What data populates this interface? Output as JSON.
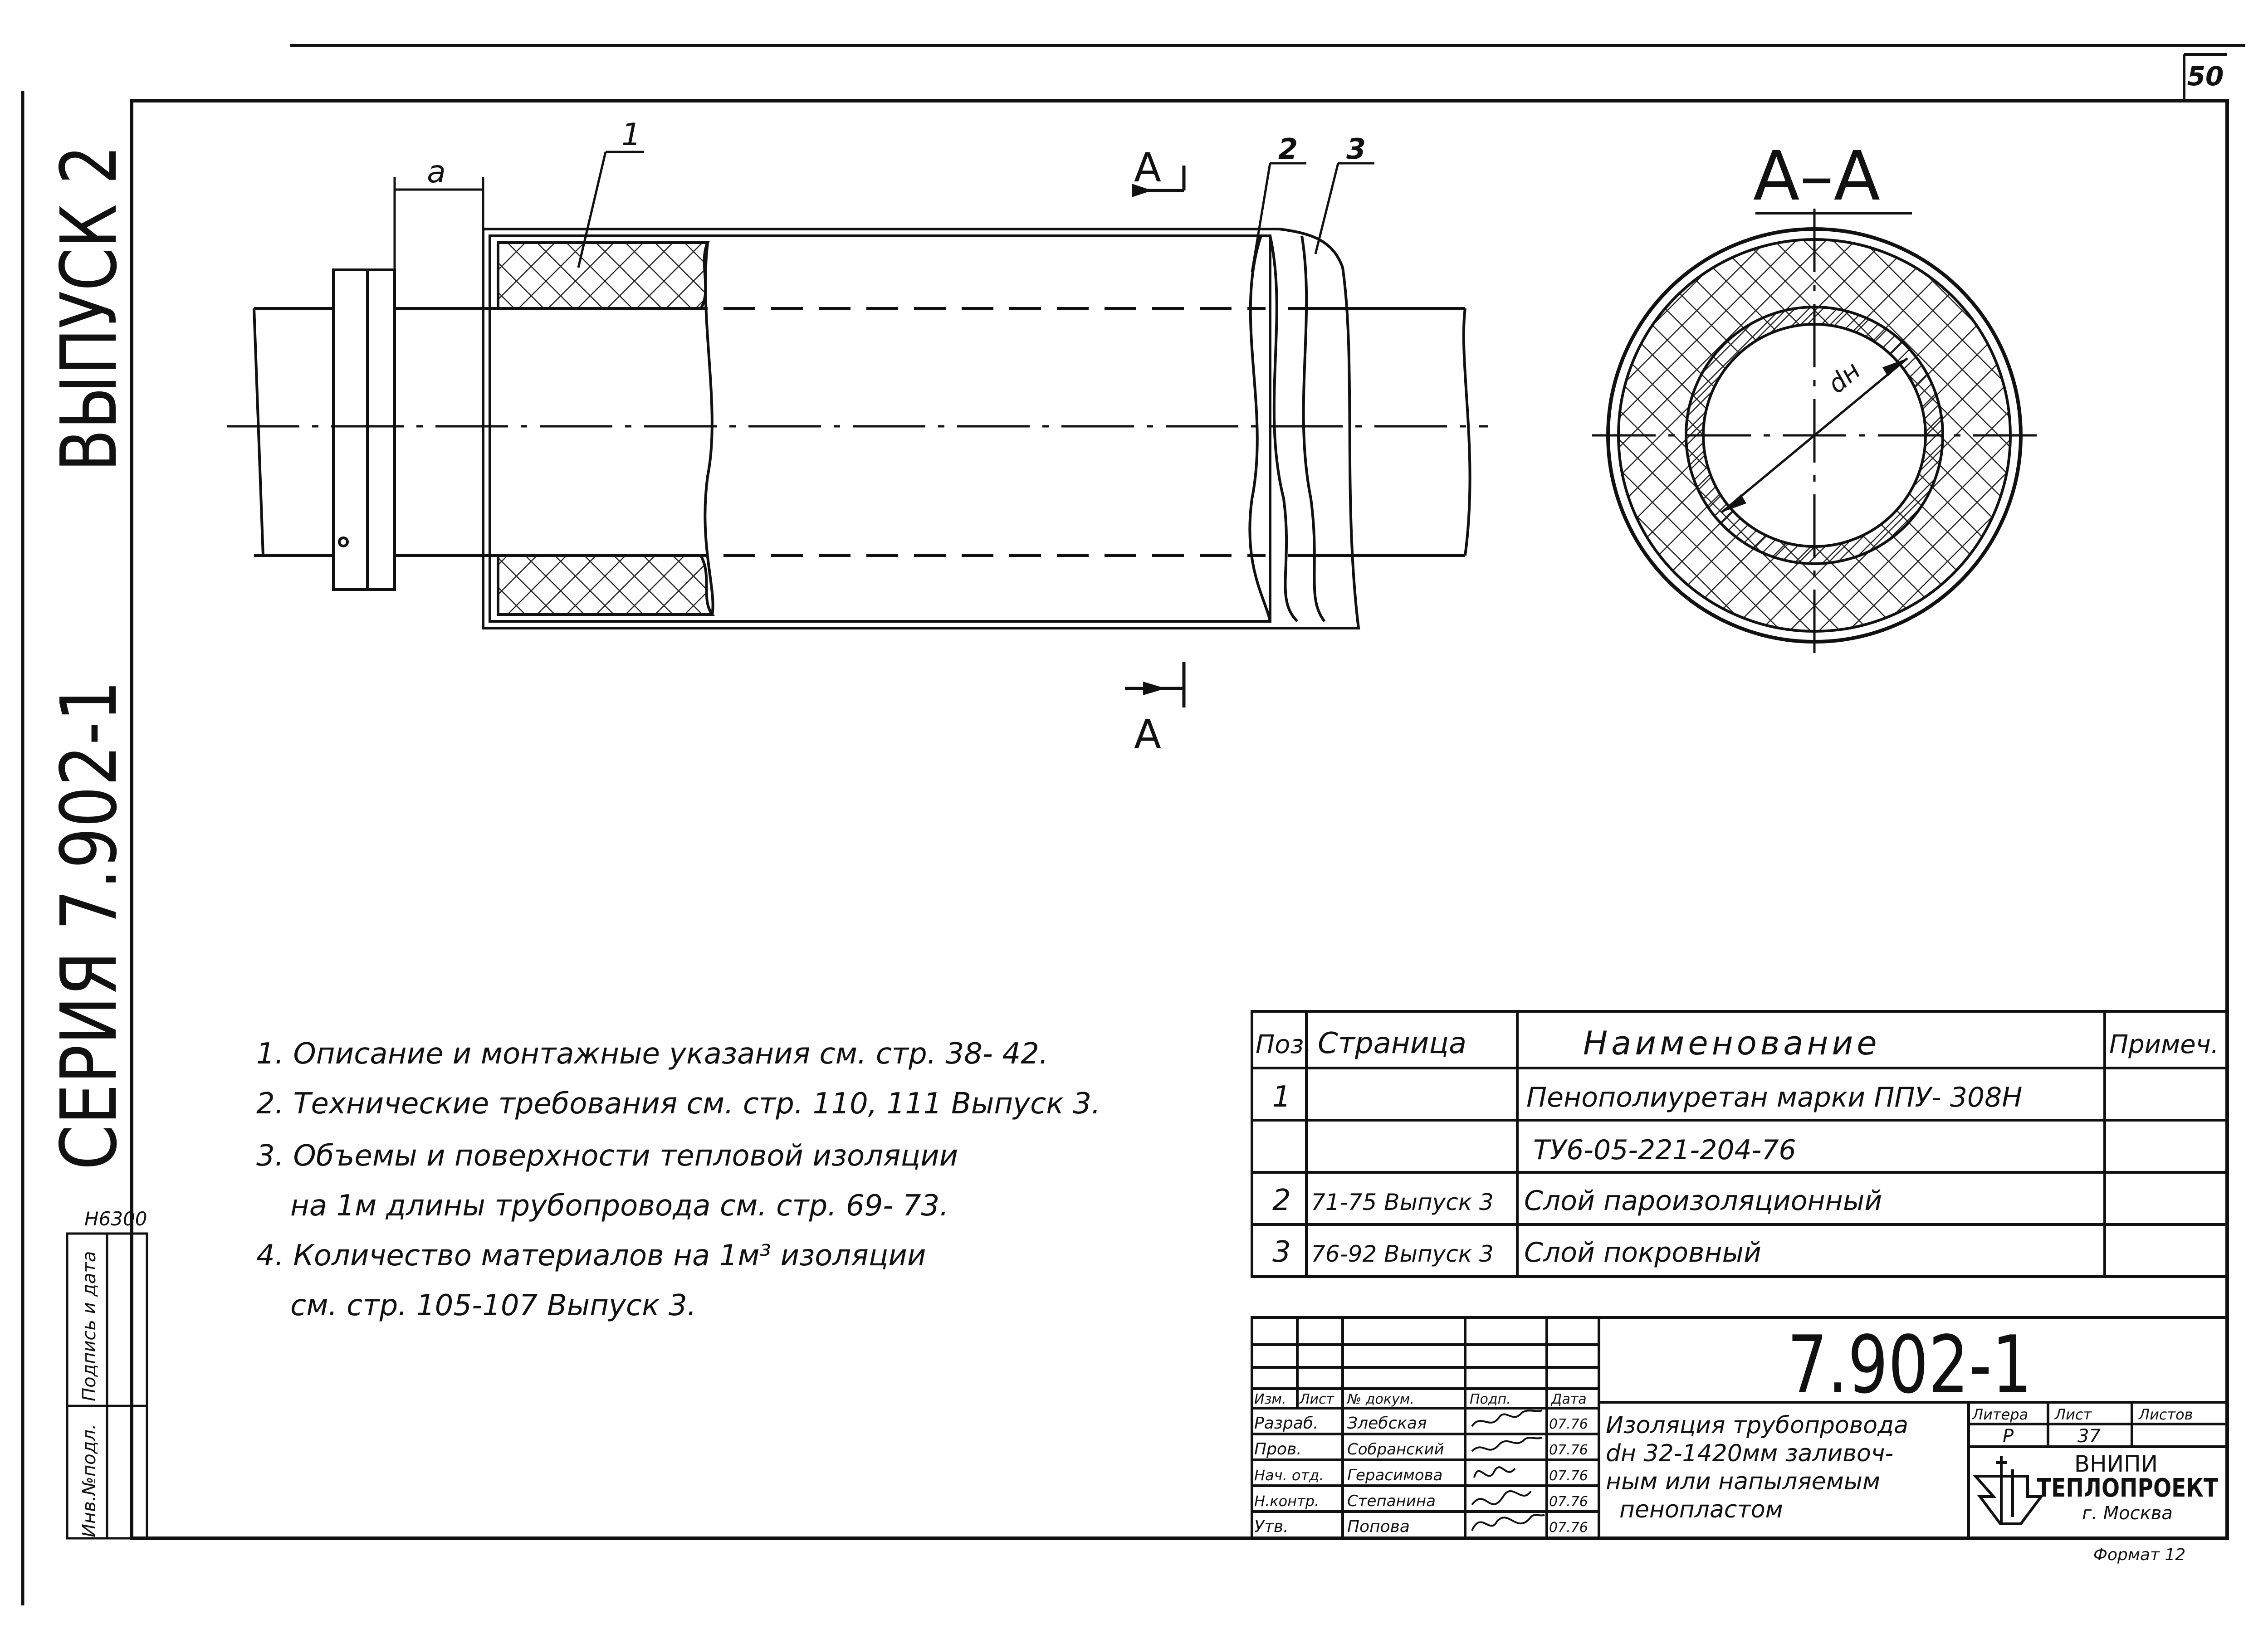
{
  "page_number": "50",
  "side_title": {
    "series": "СЕРИЯ 7.902-1",
    "issue": "ВЫПУСК 2"
  },
  "binding_strip": {
    "code": "Н6300",
    "labels": [
      "Инв.№подл.",
      "Подпись и дата"
    ]
  },
  "drawing": {
    "dim_a": "a",
    "positions": [
      "1",
      "2",
      "3"
    ],
    "section_mark": "A",
    "section_title": "A–A",
    "diameter_label": "dн"
  },
  "notes": [
    "1. Описание и монтажные указания см. стр. 38- 42.",
    "2. Технические требования см. стр. 110, 111 Выпуск 3.",
    "3. Объемы и поверхности тепловой изоляции",
    "на 1м длины трубопровода см. стр. 69- 73.",
    "4. Количество материалов на 1м³ изоляции",
    "см. стр. 105-107 Выпуск 3."
  ],
  "spec_table": {
    "headers": [
      "Поз.",
      "Страница",
      "Наименование",
      "Примеч."
    ],
    "rows": [
      [
        "1",
        "",
        "Пенополиуретан марки ППУ- 308Н",
        ""
      ],
      [
        "",
        "",
        "ТУ6-05-221-204-76",
        ""
      ],
      [
        "2",
        "71-75 Выпуск 3",
        "Слой пароизоляционный",
        ""
      ],
      [
        "3",
        "76-92 Выпуск 3",
        "Слой покровный",
        ""
      ]
    ]
  },
  "title_block": {
    "designation": "7.902-1",
    "col_headers": [
      "Изм.",
      "Лист",
      "№ докум.",
      "Подп.",
      "Дата"
    ],
    "staff": [
      [
        "Разраб.",
        "Злебская",
        "",
        "07.76"
      ],
      [
        "Пров.",
        "Собранский",
        "",
        "07.76"
      ],
      [
        "Нач. отд.",
        "Герасимова",
        "",
        "07.76"
      ],
      [
        "Н.контр.",
        "Степанина",
        "",
        "07.76"
      ],
      [
        "Утв.",
        "Попова",
        "",
        "07.76"
      ]
    ],
    "document_title": [
      "Изоляция трубопровода",
      "dн 32-1420мм заливоч-",
      "ным или напыляемым",
      "пенопластом"
    ],
    "stage_header": [
      "Литера",
      "Лист",
      "Листов"
    ],
    "stage_values": [
      "Р",
      "37",
      ""
    ],
    "org": [
      "ВНИПИ",
      "ТЕПЛОПРОЕКТ",
      "г. Москва"
    ],
    "format": "Формат 12"
  }
}
